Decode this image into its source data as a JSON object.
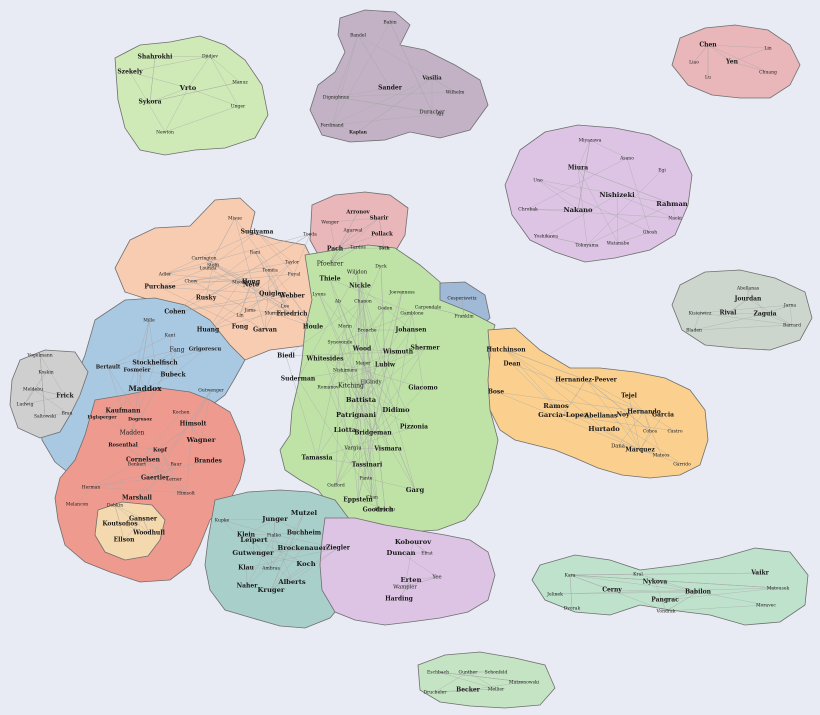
{
  "colors": {
    "background": "#e8ebf4",
    "green": "#bfe3a7",
    "peach": "#f8ccb1",
    "blue": "#a9c8e2",
    "red": "#ee9a8f",
    "teal": "#a9cfcb",
    "purple": "#ddc4e4",
    "orange": "#fbd08e",
    "pink": "#e9b6ba",
    "gray": "#cfcfcf",
    "taupe": "#c3b2c5",
    "sage": "#cdd6cd",
    "seafoam": "#bfe2cd",
    "lime": "#cfeab7",
    "cream": "#f5d9ae",
    "tan": "#e7cdb4",
    "steel": "#9fb9d7",
    "mint": "#c5e4c4"
  },
  "clusters": [
    {
      "id": "shahrokhi",
      "color": "lime",
      "labels": [
        {
          "t": "Shahrokhi",
          "b": 1
        },
        {
          "t": "Djidjev"
        },
        {
          "t": "Szekely",
          "b": 1
        },
        {
          "t": "Vrto",
          "b": 1
        },
        {
          "t": "Manuz"
        },
        {
          "t": "Sykora",
          "b": 1
        },
        {
          "t": "Unger"
        },
        {
          "t": "Newton"
        }
      ]
    },
    {
      "id": "sander",
      "color": "taupe",
      "labels": [
        {
          "t": "Babin"
        },
        {
          "t": "Bandel"
        },
        {
          "t": "Sander",
          "b": 1
        },
        {
          "t": "Vasilia",
          "b": 1
        },
        {
          "t": "Wilhelm"
        },
        {
          "t": "Dignighnus"
        },
        {
          "t": "Alt"
        },
        {
          "t": "Ferdinand"
        },
        {
          "t": "Kaplan",
          "b": 1
        },
        {
          "t": "Duracher"
        }
      ]
    },
    {
      "id": "chen",
      "color": "pink",
      "labels": [
        {
          "t": "Chen",
          "b": 1
        },
        {
          "t": "Lin"
        },
        {
          "t": "Liao"
        },
        {
          "t": "Yen",
          "b": 1
        },
        {
          "t": "Lu"
        },
        {
          "t": "Chuang"
        }
      ]
    },
    {
      "id": "nakano",
      "color": "purple",
      "labels": [
        {
          "t": "Miyazawa"
        },
        {
          "t": "Asano"
        },
        {
          "t": "Miura",
          "b": 1
        },
        {
          "t": "Egi"
        },
        {
          "t": "Uno"
        },
        {
          "t": "Nishizeki",
          "b": 1
        },
        {
          "t": "Rahman",
          "b": 1
        },
        {
          "t": "Chrobak"
        },
        {
          "t": "Nakano",
          "b": 1
        },
        {
          "t": "Naoki"
        },
        {
          "t": "Yoshikawa"
        },
        {
          "t": "Ghosh"
        },
        {
          "t": "Tokuyama"
        },
        {
          "t": "Watanabe"
        }
      ]
    },
    {
      "id": "jourdan",
      "color": "sage",
      "labels": [
        {
          "t": "Abellanas"
        },
        {
          "t": "Jourdan",
          "b": 1
        },
        {
          "t": "Jarna"
        },
        {
          "t": "Kisieiwicz"
        },
        {
          "t": "Rival",
          "b": 1
        },
        {
          "t": "Zaguia",
          "b": 1
        },
        {
          "t": "Bladen"
        },
        {
          "t": "Barrard"
        }
      ]
    },
    {
      "id": "vasa",
      "color": "seafoam",
      "labels": [
        {
          "t": "Vaikr",
          "b": 1
        },
        {
          "t": "Kara"
        },
        {
          "t": "Kral"
        },
        {
          "t": "Nykova",
          "b": 1
        },
        {
          "t": "Matousek"
        },
        {
          "t": "Jelinek"
        },
        {
          "t": "Cerny",
          "b": 1
        },
        {
          "t": "Babilon",
          "b": 1
        },
        {
          "t": "Dvorak"
        },
        {
          "t": "Pangrac",
          "b": 1
        },
        {
          "t": "Vondrak"
        },
        {
          "t": "Moravec"
        }
      ]
    },
    {
      "id": "gutwenger-south",
      "color": "mint",
      "labels": [
        {
          "t": "Eschbach"
        },
        {
          "t": "Gunther"
        },
        {
          "t": "Schonfeld"
        },
        {
          "t": "Mutzenowski"
        },
        {
          "t": "Drucheler"
        },
        {
          "t": "Becker",
          "b": 1
        },
        {
          "t": "Mellier"
        }
      ]
    },
    {
      "id": "arronov",
      "color": "pink",
      "labels": [
        {
          "t": "Arronov",
          "b": 1
        },
        {
          "t": "Wenger"
        },
        {
          "t": "Sharir",
          "b": 1
        },
        {
          "t": "Agarwal"
        },
        {
          "t": "Pollack",
          "b": 1
        },
        {
          "t": "Pach",
          "b": 1
        },
        {
          "t": "Tardos"
        },
        {
          "t": "Tóth",
          "b": 1
        },
        {
          "t": "Pfoehrer"
        }
      ]
    },
    {
      "id": "cesperiswitz",
      "color": "steel",
      "labels": [
        {
          "t": "Cesperiswitz"
        },
        {
          "t": "Carpendale"
        },
        {
          "t": "Franklin"
        }
      ]
    },
    {
      "id": "eades",
      "color": "peach",
      "labels": [
        {
          "t": "Misue"
        },
        {
          "t": "Sugiyama",
          "b": 1
        },
        {
          "t": "Toeda"
        },
        {
          "t": "Carrington"
        },
        {
          "t": "Stolfi"
        },
        {
          "t": "Rani"
        },
        {
          "t": "Lounda"
        },
        {
          "t": "Tomita"
        },
        {
          "t": "Taylor"
        },
        {
          "t": "Adler"
        },
        {
          "t": "Chow"
        },
        {
          "t": "Moolin"
        },
        {
          "t": "Fuyal"
        },
        {
          "t": "Purchase",
          "b": 1
        },
        {
          "t": "Neto",
          "b": 1
        },
        {
          "t": "Hong",
          "b": 1
        },
        {
          "t": "Quigley",
          "b": 1
        },
        {
          "t": "Webber",
          "b": 1
        },
        {
          "t": "Rusky",
          "b": 1
        },
        {
          "t": "Lee"
        },
        {
          "t": "Jams"
        },
        {
          "t": "Cohen",
          "b": 1
        },
        {
          "t": "Lin"
        },
        {
          "t": "Murray"
        },
        {
          "t": "Friedrich",
          "b": 1
        },
        {
          "t": "Huang",
          "b": 1
        },
        {
          "t": "Fong",
          "b": 1
        },
        {
          "t": "Garvan",
          "b": 1
        },
        {
          "t": "Houle",
          "b": 1
        }
      ]
    },
    {
      "id": "whitesides",
      "color": "green",
      "labels": [
        {
          "t": "Dyck"
        },
        {
          "t": "Wiljdon"
        },
        {
          "t": "Thiele",
          "b": 1
        },
        {
          "t": "Nickle",
          "b": 1
        },
        {
          "t": "Joevenness"
        },
        {
          "t": "Lyons"
        },
        {
          "t": "Ab"
        },
        {
          "t": "Chanon"
        },
        {
          "t": "Godon"
        },
        {
          "t": "Gamblone"
        },
        {
          "t": "Morin"
        },
        {
          "t": "Bronche"
        },
        {
          "t": "Johansen",
          "b": 1
        },
        {
          "t": "Synevonde"
        },
        {
          "t": "Wood",
          "b": 1
        },
        {
          "t": "Wismuth",
          "b": 1
        },
        {
          "t": "Shermer",
          "b": 1
        },
        {
          "t": "Whitesides",
          "b": 1
        },
        {
          "t": "Meijer"
        },
        {
          "t": "Lubiw",
          "b": 1
        },
        {
          "t": "Biedl",
          "b": 1
        },
        {
          "t": "Nishimura"
        },
        {
          "t": "Suderman",
          "b": 1
        },
        {
          "t": "Romanov"
        },
        {
          "t": "Kitching"
        },
        {
          "t": "ElGindy"
        },
        {
          "t": "Giacomo",
          "b": 1
        },
        {
          "t": "Battista",
          "b": 1
        },
        {
          "t": "Patrignani",
          "b": 1
        },
        {
          "t": "Didimo",
          "b": 1
        },
        {
          "t": "Liotta",
          "b": 1
        },
        {
          "t": "Bridgeman",
          "b": 1
        },
        {
          "t": "Pizzonia",
          "b": 1
        },
        {
          "t": "Vargiu"
        },
        {
          "t": "Vismara",
          "b": 1
        },
        {
          "t": "Tamassia",
          "b": 1
        },
        {
          "t": "Tassinari",
          "b": 1
        },
        {
          "t": "Garg",
          "b": 1
        },
        {
          "t": "Goodrich",
          "b": 1
        },
        {
          "t": "Eppstein",
          "b": 1
        },
        {
          "t": "Kosaraju"
        },
        {
          "t": "Chan"
        },
        {
          "t": "Pante"
        },
        {
          "t": "Gufford"
        }
      ]
    },
    {
      "id": "kaufmann",
      "color": "blue",
      "labels": [
        {
          "t": "Mille"
        },
        {
          "t": "Kant"
        },
        {
          "t": "Fang"
        },
        {
          "t": "Grigorescu",
          "b": 1
        },
        {
          "t": "Bertault",
          "b": 1
        },
        {
          "t": "Stockhelfisch",
          "b": 1
        },
        {
          "t": "Fosmeier",
          "b": 1
        },
        {
          "t": "Bubeck",
          "b": 1
        },
        {
          "t": "Maddox",
          "b": 1
        },
        {
          "t": "Kaufmann",
          "b": 1
        },
        {
          "t": "Dogrusoz",
          "b": 1
        },
        {
          "t": "Madden"
        },
        {
          "t": "Eiglsperger",
          "b": 1
        },
        {
          "t": "Wiese"
        }
      ]
    },
    {
      "id": "frick",
      "color": "gray",
      "labels": [
        {
          "t": "Vogelmann"
        },
        {
          "t": "Koskin"
        },
        {
          "t": "Meldebu"
        },
        {
          "t": "Frick",
          "b": 1
        },
        {
          "t": "Ludwig"
        },
        {
          "t": "Saltowski"
        },
        {
          "t": "Brau"
        }
      ]
    },
    {
      "id": "wagner",
      "color": "red",
      "labels": [
        {
          "t": "Gutwenger"
        },
        {
          "t": "Kochen"
        },
        {
          "t": "Himsolt",
          "b": 1
        },
        {
          "t": "Rosenthal",
          "b": 1
        },
        {
          "t": "Kopf",
          "b": 1
        },
        {
          "t": "Wagner",
          "b": 1
        },
        {
          "t": "Cornelsen",
          "b": 1
        },
        {
          "t": "Brandes",
          "b": 1
        },
        {
          "t": "Benkert"
        },
        {
          "t": "Baur"
        },
        {
          "t": "Gaertler",
          "b": 1
        },
        {
          "t": "Lerner"
        },
        {
          "t": "Herman"
        },
        {
          "t": "Marshall",
          "b": 1
        },
        {
          "t": "Himsolt"
        },
        {
          "t": "Melancon"
        }
      ]
    },
    {
      "id": "gansner",
      "color": "cream",
      "labels": [
        {
          "t": "Dobkin"
        },
        {
          "t": "Gansner",
          "b": 1
        },
        {
          "t": "Koutsofios",
          "b": 1
        },
        {
          "t": "Woodhull",
          "b": 1
        },
        {
          "t": "Ellson",
          "b": 1
        }
      ]
    },
    {
      "id": "junger",
      "color": "teal",
      "labels": [
        {
          "t": "Mutzel",
          "b": 1
        },
        {
          "t": "Junger",
          "b": 1
        },
        {
          "t": "Kupke"
        },
        {
          "t": "Klein",
          "b": 1
        },
        {
          "t": "Leipert",
          "b": 1
        },
        {
          "t": "Fialko"
        },
        {
          "t": "Buchheim",
          "b": 1
        },
        {
          "t": "Gutwenger",
          "b": 1
        },
        {
          "t": "Brockenauer",
          "b": 1
        },
        {
          "t": "Ziegler",
          "b": 1
        },
        {
          "t": "Klau",
          "b": 1
        },
        {
          "t": "Ambras"
        },
        {
          "t": "Koch",
          "b": 1
        },
        {
          "t": "Naher",
          "b": 1
        },
        {
          "t": "Alberts",
          "b": 1
        },
        {
          "t": "Kruger",
          "b": 1
        }
      ]
    },
    {
      "id": "kobourov",
      "color": "purple",
      "labels": [
        {
          "t": "Kobourov",
          "b": 1
        },
        {
          "t": "Duncan",
          "b": 1
        },
        {
          "t": "Efrat"
        },
        {
          "t": "Erten",
          "b": 1
        },
        {
          "t": "Wampler"
        },
        {
          "t": "Yee"
        },
        {
          "t": "Harding",
          "b": 1
        }
      ]
    },
    {
      "id": "hutchinson",
      "color": "orange",
      "labels": [
        {
          "t": "Hutchinson",
          "b": 1
        },
        {
          "t": "Dean",
          "b": 1
        },
        {
          "t": "Bose",
          "b": 1
        },
        {
          "t": "Hernandez-Peever",
          "b": 1
        },
        {
          "t": "Tejel",
          "b": 1
        },
        {
          "t": "Ramos",
          "b": 1
        },
        {
          "t": "Garcia-Lopez",
          "b": 1
        },
        {
          "t": "Abellanas",
          "b": 1
        },
        {
          "t": "Noy",
          "b": 1
        },
        {
          "t": "Hernando",
          "b": 1
        },
        {
          "t": "Garcia",
          "b": 1
        },
        {
          "t": "Hurtado",
          "b": 1
        },
        {
          "t": "Cobos"
        },
        {
          "t": "Castro"
        },
        {
          "t": "Dana"
        },
        {
          "t": "Marquez",
          "b": 1
        },
        {
          "t": "Mateos"
        },
        {
          "t": "Garrido"
        }
      ]
    }
  ]
}
